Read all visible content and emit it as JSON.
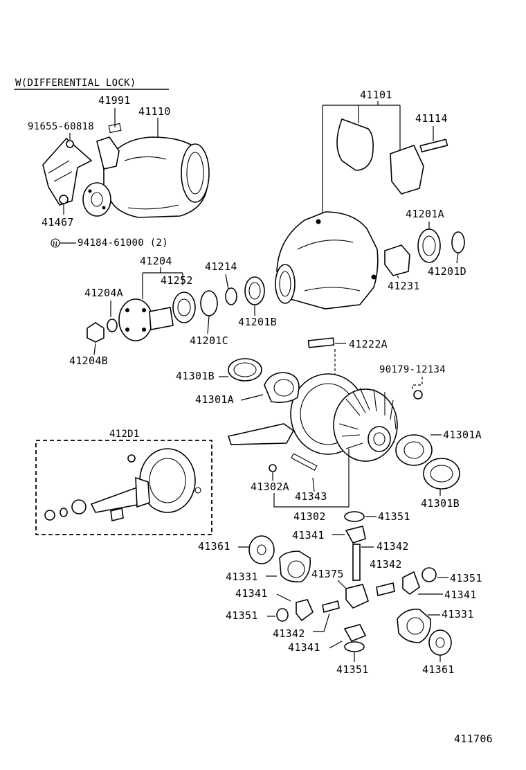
{
  "title": "W(DIFFERENTIAL LOCK)",
  "footer_code": "411706",
  "inset_label": "412D1",
  "callouts": {
    "c41991": "41991",
    "c41110": "41110",
    "c91655_60818": "91655-60818",
    "c41467": "41467",
    "c94184_61000": "94184-61000 (2)",
    "c41101": "41101",
    "c41114": "41114",
    "c41201A": "41201A",
    "c41201D": "41201D",
    "c41231": "41231",
    "c41204": "41204",
    "c41214": "41214",
    "c41252": "41252",
    "c41204A": "41204A",
    "c41201B": "41201B",
    "c41201C": "41201C",
    "c41204B": "41204B",
    "c41222A": "41222A",
    "c90179_12134": "90179-12134",
    "c41301B_top": "41301B",
    "c41301A_top": "41301A",
    "c41301A_right": "41301A",
    "c41301B_right": "41301B",
    "c41302A": "41302A",
    "c41343": "41343",
    "c41302": "41302",
    "c41351_a": "41351",
    "c41341_a": "41341",
    "c41342_a": "41342",
    "c41361_a": "41361",
    "c41342_b": "41342",
    "c41331_a": "41331",
    "c41375": "41375",
    "c41351_b": "41351",
    "c41341_b": "41341",
    "c41341_c": "41341",
    "c41331_b": "41331",
    "c41351_c": "41351",
    "c41342_c": "41342",
    "c41341_d": "41341",
    "c41351_d": "41351",
    "c41361_b": "41361"
  }
}
